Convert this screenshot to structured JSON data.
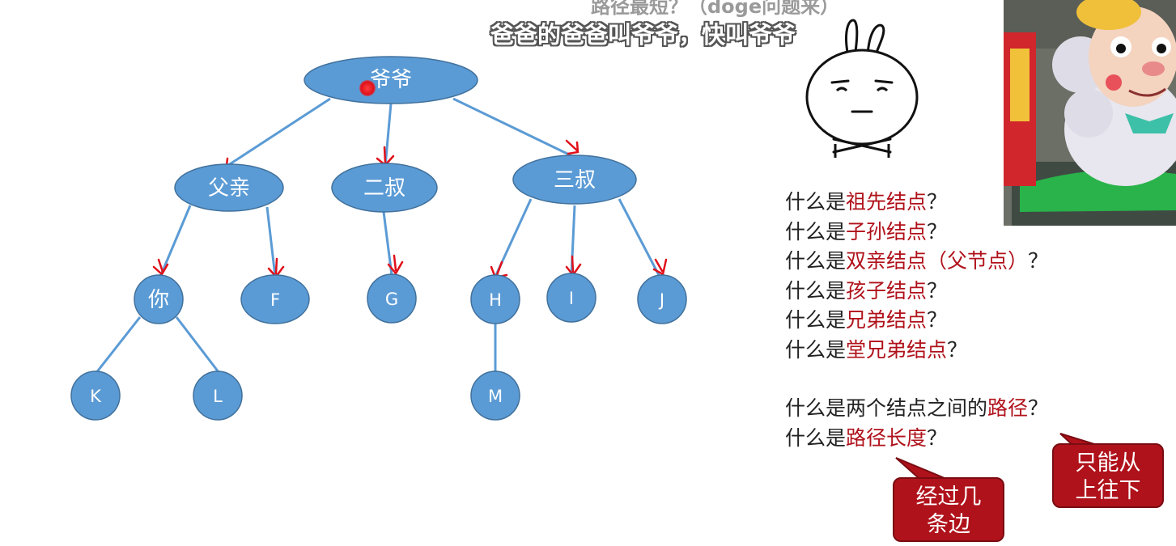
{
  "caption_top": "路径最短？（doge问题来）",
  "subtitle": "爸爸的爸爸叫爷爷，快叫爷爷",
  "tree": {
    "nodes": {
      "root": "爷爷",
      "father": "父亲",
      "uncle2": "二叔",
      "uncle3": "三叔",
      "you": "你",
      "F": "F",
      "G": "G",
      "H": "H",
      "I": "I",
      "J": "J",
      "K": "K",
      "L": "L",
      "M": "M"
    },
    "colors": {
      "node_fill": "#5b9bd5",
      "node_stroke": "#41719c",
      "edge": "#5b9bd5",
      "arrow": "#e0101a"
    }
  },
  "questions": [
    {
      "prefix": "什么是",
      "term": "祖先结点",
      "suffix": "？"
    },
    {
      "prefix": "什么是",
      "term": "子孙结点",
      "suffix": "？"
    },
    {
      "prefix": "什么是",
      "term": "双亲结点（父节点）",
      "suffix": "？"
    },
    {
      "prefix": "什么是",
      "term": "孩子结点",
      "suffix": "？"
    },
    {
      "prefix": "什么是",
      "term": "兄弟结点",
      "suffix": "？"
    },
    {
      "prefix": "什么是",
      "term": "堂兄弟结点",
      "suffix": "？"
    }
  ],
  "questions2": [
    {
      "prefix": "什么是两个结点之间的",
      "term": "路径",
      "suffix": "？"
    },
    {
      "prefix": "什么是",
      "term": "路径长度",
      "suffix": "？"
    }
  ],
  "callouts": {
    "path_direction": {
      "line1": "只能从",
      "line2": "上往下"
    },
    "path_length": {
      "line1": "经过几",
      "line2": "条边"
    }
  },
  "accent_color": "#b0121b"
}
